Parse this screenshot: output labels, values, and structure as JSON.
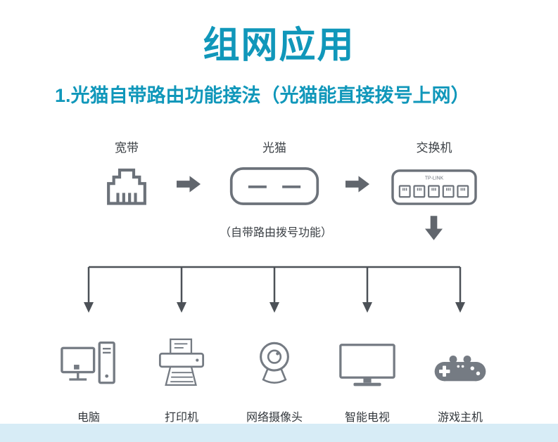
{
  "page": {
    "title": "组网应用",
    "accent_color": "#1097ba",
    "icon_color": "#6c727a",
    "device_icon_color": "#757b83",
    "line_color": "#4c5157",
    "footer_color": "#d7ecf6"
  },
  "section": {
    "heading": "1.光猫自带路由功能接法（光猫能直接拨号上网）"
  },
  "flow": {
    "nodes": [
      {
        "label": "宽带",
        "icon": "rj45-port-icon"
      },
      {
        "label": "光猫",
        "icon": "modem-icon",
        "caption": "（自带路由拨号功能）"
      },
      {
        "label": "交换机",
        "icon": "switch-icon",
        "brand": "TP-LINK"
      }
    ]
  },
  "devices": [
    {
      "label": "电脑",
      "icon": "desktop-computer-icon"
    },
    {
      "label": "打印机",
      "icon": "printer-icon"
    },
    {
      "label": "网络摄像头",
      "icon": "webcam-icon"
    },
    {
      "label": "智能电视",
      "icon": "smart-tv-icon"
    },
    {
      "label": "游戏主机",
      "icon": "game-controller-icon"
    }
  ]
}
